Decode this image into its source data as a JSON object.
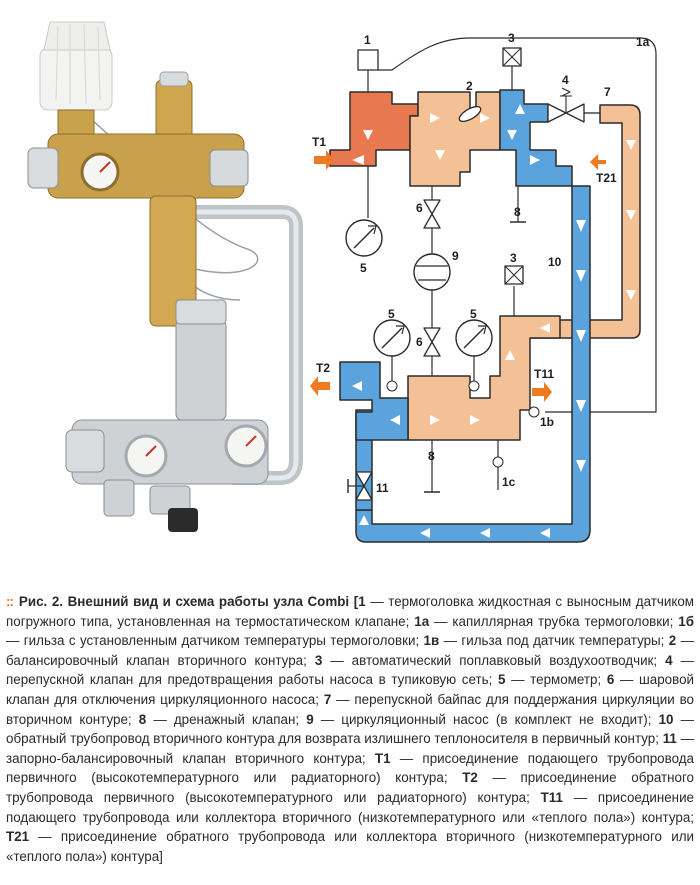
{
  "diagram": {
    "labels": {
      "n1": "1",
      "n1a": "1a",
      "n1b": "1b",
      "n1c": "1c",
      "n2": "2",
      "n3_top": "3",
      "n3_mid": "3",
      "n4": "4",
      "n5_top": "5",
      "n5_left": "5",
      "n5_right": "5",
      "n6_top": "6",
      "n6_mid": "6",
      "n7": "7",
      "n8_top": "8",
      "n8_bottom": "8",
      "n9": "9",
      "n10": "10",
      "n11": "11",
      "t1": "T1",
      "t2": "T2",
      "t11": "T11",
      "t21": "T21"
    },
    "colors": {
      "hot": "#e8784f",
      "warm": "#f4c096",
      "cold": "#5aa3dc",
      "outline": "#2b2b2b",
      "arrow": "#ffffff",
      "connection_arrow": "#ee7a22"
    },
    "photo_description_icon": "mixing-unit-photo"
  },
  "caption": {
    "bullet": "::",
    "fig_label": "Рис. 2.",
    "title": "Внешний вид и схема работы узла Combi [",
    "items": [
      {
        "key": "1",
        "text": " — термоголовка жидкостная с выносным датчиком погружного типа, установленная на термостатическом клапане; "
      },
      {
        "key": "1а",
        "text": " — капиллярная трубка термоголовки; "
      },
      {
        "key": "1б",
        "text": " — гильза с установленным датчиком температуры термоголовки; "
      },
      {
        "key": "1в",
        "text": " — гильза под датчик температуры; "
      },
      {
        "key": "2",
        "text": " — балансировочный клапан вторичного контура; "
      },
      {
        "key": "3",
        "text": " — автоматический поплавковый воздухоотводчик; "
      },
      {
        "key": "4",
        "text": " — перепускной клапан для предотвращения работы насоса в тупиковую сеть; "
      },
      {
        "key": "5",
        "text": " — термометр; "
      },
      {
        "key": "6",
        "text": " — шаровой клапан для отключения циркуляционного насоса; "
      },
      {
        "key": "7",
        "text": " — перепускной байпас для поддержания циркуляции во вторичном контуре; "
      },
      {
        "key": "8",
        "text": " — дренажный клапан; "
      },
      {
        "key": "9",
        "text": " — циркуляционный насос (в комплект не входит); "
      },
      {
        "key": "10",
        "text": " — обратный трубопровод вторичного контура для возврата излишнего теплоносителя в первичный контур; "
      },
      {
        "key": "11",
        "text": " — запорно-балансировочный клапан вторичного контура; "
      },
      {
        "key": "Т1",
        "text": " — присоединение подающего трубопровода первичного (высокотемпературного или радиаторного) контура; "
      },
      {
        "key": "Т2",
        "text": " — присоединение обратного трубопровода первичного (высокотемпературного или радиаторного) контура; "
      },
      {
        "key": "Т11",
        "text": " — присоединение подающего трубопровода или коллектора вторичного (низкотемпературного или «теплого пола») контура; "
      },
      {
        "key": "Т21",
        "text": " — присоединение обратного трубопровода или коллектора вторичного (низкотемпературного или «теплого пола») контура]"
      }
    ]
  }
}
